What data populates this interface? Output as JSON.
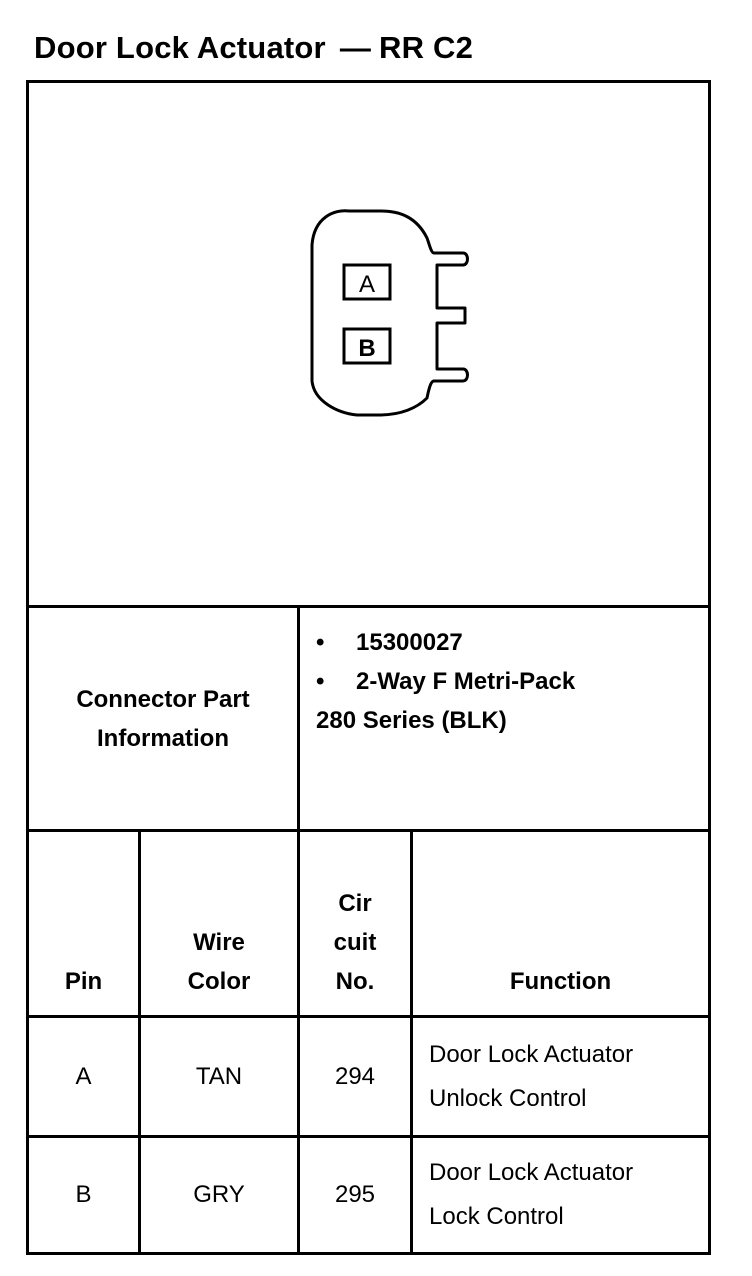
{
  "title": {
    "component": "Door Lock Actuator",
    "separator": "—",
    "connector": "RR C2"
  },
  "connector_diagram": {
    "pins": [
      "A",
      "B"
    ]
  },
  "connector_part_information": {
    "label_line1": "Connector Part",
    "label_line2": "Information",
    "bullet": "•",
    "items": [
      "15300027",
      "2-Way F Metri-Pack"
    ],
    "continuation": "280 Series (BLK)"
  },
  "pin_table": {
    "headers": {
      "pin": "Pin",
      "wire_color_line1": "Wire",
      "wire_color_line2": "Color",
      "circuit_line1": "Cir",
      "circuit_line2": "cuit",
      "circuit_line3": "No.",
      "function": "Function"
    },
    "rows": [
      {
        "pin": "A",
        "wire_color": "TAN",
        "circuit": "294",
        "function_line1": "Door Lock Actuator",
        "function_line2": "Unlock Control"
      },
      {
        "pin": "B",
        "wire_color": "GRY",
        "circuit": "295",
        "function_line1": "Door Lock Actuator",
        "function_line2": "Lock Control"
      }
    ]
  }
}
